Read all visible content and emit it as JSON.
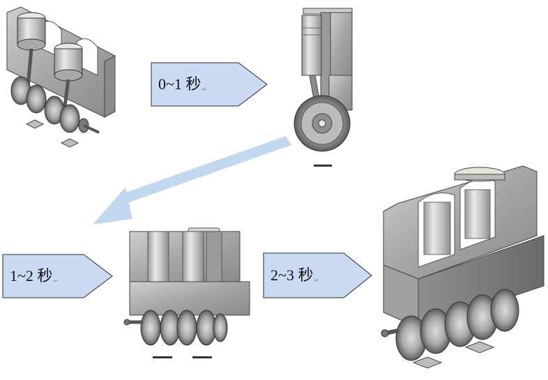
{
  "steps": [
    {
      "label": "0~1 秒",
      "return_mark": "↵"
    },
    {
      "label": "1~2 秒",
      "return_mark": "↵"
    },
    {
      "label": "2~3 秒",
      "return_mark": "↵"
    }
  ],
  "colors": {
    "arrow_fill": "#c9daf2",
    "arrow_stroke": "#2b2b2b",
    "big_arrow": "#c3d7ef",
    "metal_light": "#b9b9b9",
    "metal_mid": "#9d9d9d",
    "metal_dark": "#6e6e6e"
  }
}
